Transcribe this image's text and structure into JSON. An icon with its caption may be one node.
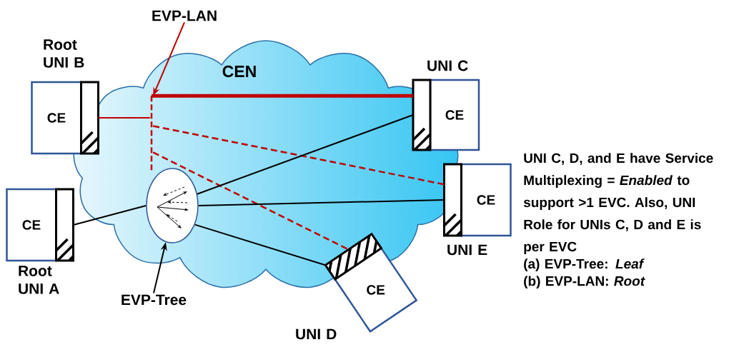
{
  "diagram": {
    "nodes": [
      {
        "text": [
          "CEN"
        ]
      },
      {
        "text": [
          "CE"
        ],
        "beside": [
          "Root UNI B"
        ]
      },
      {
        "text": [
          "CE"
        ],
        "beside": [
          "Root UNI A"
        ]
      },
      {
        "text": [
          "CE"
        ],
        "beside": [
          "UNI C"
        ]
      },
      {
        "text": [
          "CE"
        ],
        "beside": [
          "UNI E"
        ]
      },
      {
        "text": [
          "CE"
        ],
        "beside": [
          "UNI D"
        ]
      },
      {
        "text": [],
        "shape": "circle",
        "in": 0
      },
      {
        "text": [],
        "shape": "bar",
        "in": 0
      },
      {
        "text": [
          "EVP-LAN"
        ]
      },
      {
        "text": [
          "EVP-Tree"
        ]
      }
    ],
    "edges": [
      {
        "from": 1,
        "to": 7,
        "arrow": "none",
        "color": "#c00000"
      },
      {
        "from": 7,
        "to": 3,
        "arrow": "none",
        "style": "thick",
        "color": "#c00000"
      },
      {
        "from": 7,
        "to": 4,
        "arrow": "none",
        "style": "dashed",
        "color": "#c00000"
      },
      {
        "from": 7,
        "to": 5,
        "arrow": "none",
        "style": "dashed",
        "color": "#c00000"
      },
      {
        "from": 2,
        "to": 6,
        "arrow": "none",
        "color": "#000000"
      },
      {
        "from": 6,
        "to": 3,
        "arrow": "none",
        "color": "#000000"
      },
      {
        "from": 6,
        "to": 4,
        "arrow": "none",
        "color": "#000000"
      },
      {
        "from": 6,
        "to": 5,
        "arrow": "none",
        "color": "#000000"
      },
      {
        "from": 8,
        "to": 7,
        "arrow": "to",
        "color": "#c00000"
      },
      {
        "from": 9,
        "to": 6,
        "arrow": "to",
        "color": "#000000"
      }
    ],
    "labels": [
      "UNI C, D, and E have Service Multiplexing = *Enabled* to support >1 EVC. Also, UNI Role for UNIs C, D and E is per EVC",
      "(a) EVP-Tree: *Leaf*",
      "(b) EVP-LAN: *Root*"
    ]
  }
}
